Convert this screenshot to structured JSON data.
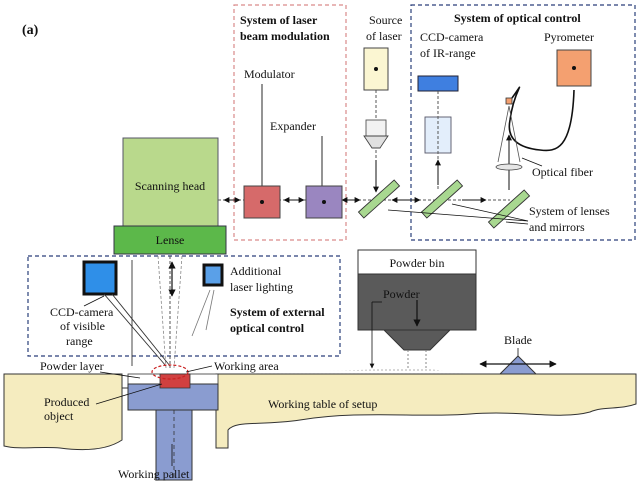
{
  "panel_label": "(a)",
  "modulation": {
    "title_line1": "System of laser",
    "title_line2": "beam modulation",
    "modulator": "Modulator",
    "expander": "Expander"
  },
  "source": {
    "line1": "Source",
    "line2": "of laser"
  },
  "optical_control": {
    "title": "System of optical control",
    "ccd_ir_line1": "CCD-camera",
    "ccd_ir_line2": "of IR-range",
    "pyrometer": "Pyrometer",
    "optical_fiber": "Optical fiber",
    "lenses_line1": "System of lenses",
    "lenses_line2": "and mirrors"
  },
  "scanning_head": "Scanning head",
  "lense": "Lense",
  "external": {
    "ccd_line1": "CCD-camera",
    "ccd_line2": "of visible",
    "ccd_line3": "range",
    "lighting_line1": "Additional",
    "lighting_line2": "laser lighting",
    "title_line1": "System of external",
    "title_line2": "optical control"
  },
  "powder_bin": "Powder bin",
  "powder": "Powder",
  "blade": "Blade",
  "powder_layer": "Powder layer",
  "working_area": "Working area",
  "produced_line1": "Produced",
  "produced_line2": "object",
  "working_table": "Working table of setup",
  "working_pallet": "Working pallet",
  "colors": {
    "modulation_border": "#d98a8a",
    "optical_border": "#2a3f7a",
    "scanning_head": "#b9d98c",
    "lense": "#5cb84a",
    "modulator": "#d66a6a",
    "expander": "#9a86c0",
    "table": "#f5ecbf",
    "pallet": "#8a9cd0",
    "ccd_visible": "#2f8fe8",
    "pyrometer": "#f4a070",
    "powder_bin": "#5a5a5a"
  }
}
